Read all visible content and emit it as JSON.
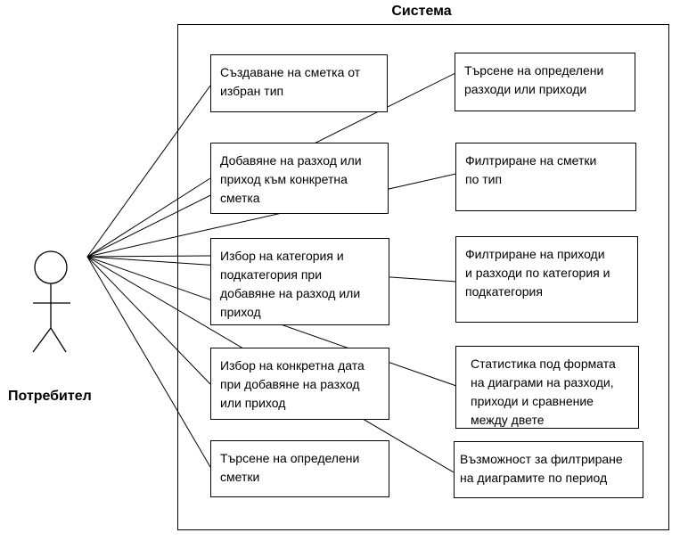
{
  "system": {
    "title": "Система"
  },
  "actor": {
    "name": "Потребител"
  },
  "use_cases_left": [
    {
      "label": "Създаване на сметка от\nизбран тип"
    },
    {
      "label": "Добавяне на разход или\nприход към конкретна\nсметка"
    },
    {
      "label": "Избор на категория и\nподкатегория при\nдобавяне на разход или\nприход"
    },
    {
      "label": "Избор на конкретна дата\nпри добавяне на разход\nили приход"
    },
    {
      "label": "Търсене на определени\nсметки"
    }
  ],
  "use_cases_right": [
    {
      "label": "Търсене на определени\nразходи или приходи"
    },
    {
      "label": "Филтриране на сметки\nпо тип"
    },
    {
      "label": "Филтриране на приходи\nи разходи по категория и\nподкатегория"
    },
    {
      "label": "Статистика под формата\nна диаграми на разходи,\nприходи и сравнение\nмежду двете"
    },
    {
      "label": "Възможност за филтриране\nна диаграмите по период"
    }
  ]
}
